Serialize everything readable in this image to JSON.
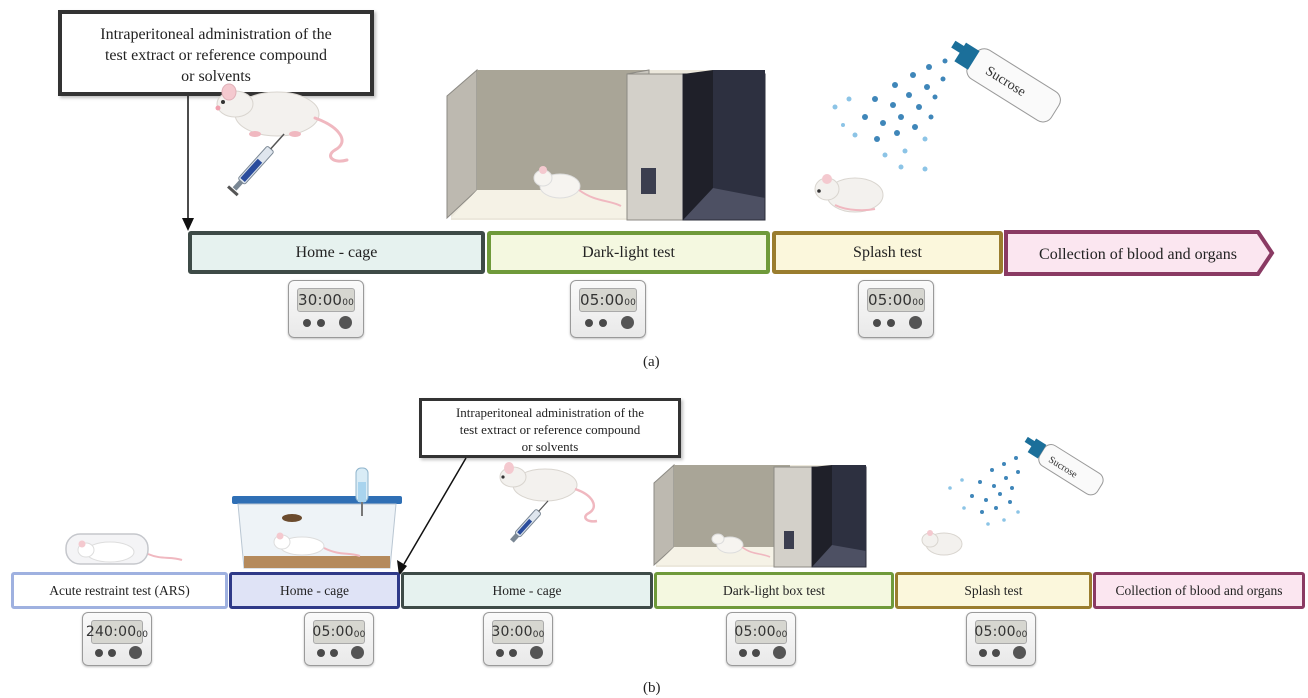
{
  "callouts": {
    "a": [
      "Intraperitoneal administration of the",
      "test extract or reference compound",
      "or solvents"
    ],
    "b": [
      "Intraperitoneal administration of the",
      "test extract or reference compound",
      "or solvents"
    ]
  },
  "panel_a": {
    "label": "(a)",
    "stages": [
      {
        "label": "Home - cage",
        "timer": "30:00",
        "timer_small": "00",
        "border": "#3e4b47",
        "fill": "#e6f2ef"
      },
      {
        "label": "Dark-light test",
        "timer": "05:00",
        "timer_small": "00",
        "border": "#6f9a3a",
        "fill": "#f4f8e0"
      },
      {
        "label": "Splash test",
        "timer": "05:00",
        "timer_small": "00",
        "border": "#9a7d2e",
        "fill": "#fbf7dc"
      },
      {
        "label": "Collection of blood and organs",
        "border": "#8a3a63",
        "fill": "#fbe6f0"
      }
    ],
    "spray_label": "Sucrose"
  },
  "panel_b": {
    "label": "(b)",
    "stages": [
      {
        "label": "Acute restraint test (ARS)",
        "timer": "240:00",
        "timer_small": "00",
        "border": "#9fb1e0",
        "fill": "#ffffff"
      },
      {
        "label": "Home - cage",
        "timer": "05:00",
        "timer_small": "00",
        "border": "#2f3a88",
        "fill": "#dfe3f6"
      },
      {
        "label": "Home - cage",
        "timer": "30:00",
        "timer_small": "00",
        "border": "#3e4b47",
        "fill": "#e6f2ef"
      },
      {
        "label": "Dark-light box test",
        "timer": "05:00",
        "timer_small": "00",
        "border": "#6f9a3a",
        "fill": "#f4f8e0"
      },
      {
        "label": "Splash test",
        "timer": "05:00",
        "timer_small": "00",
        "border": "#9a7d2e",
        "fill": "#fbf7dc"
      },
      {
        "label": "Collection of blood and organs",
        "border": "#8a3a63",
        "fill": "#fbe6f0"
      }
    ],
    "spray_label": "Sucrose"
  }
}
